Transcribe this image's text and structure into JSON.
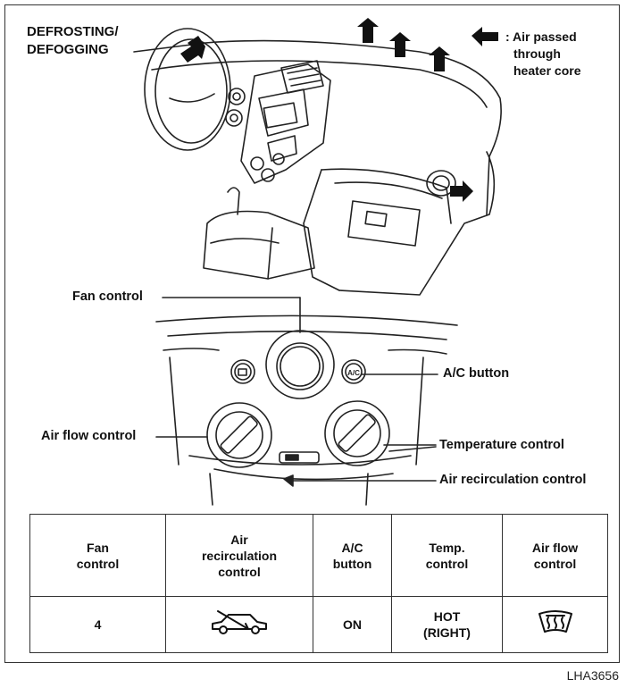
{
  "title": {
    "line1": "DEFROSTING/",
    "line2": "DEFOGGING"
  },
  "legend": {
    "line1": ": Air passed",
    "line2": "through",
    "line3": "heater core"
  },
  "labels": {
    "fan_control": "Fan control",
    "ac_button": "A/C button",
    "air_flow_control": "Air flow control",
    "temperature_control": "Temperature control",
    "air_recirculation_control": "Air recirculation control"
  },
  "panel": {
    "ac_knob_text": "A/C"
  },
  "table": {
    "headers": {
      "fan": [
        "Fan",
        "control"
      ],
      "recirc": [
        "Air",
        "recirculation",
        "control"
      ],
      "ac": [
        "A/C",
        "button"
      ],
      "temp": [
        "Temp.",
        "control"
      ],
      "airflow": [
        "Air flow",
        "control"
      ]
    },
    "values": {
      "fan": "4",
      "ac": "ON",
      "temp": [
        "HOT",
        "(RIGHT)"
      ]
    },
    "icons": {
      "recirc": "recirculation-off-car-icon",
      "airflow": "windshield-defrost-icon"
    }
  },
  "figure_code": "LHA3656"
}
